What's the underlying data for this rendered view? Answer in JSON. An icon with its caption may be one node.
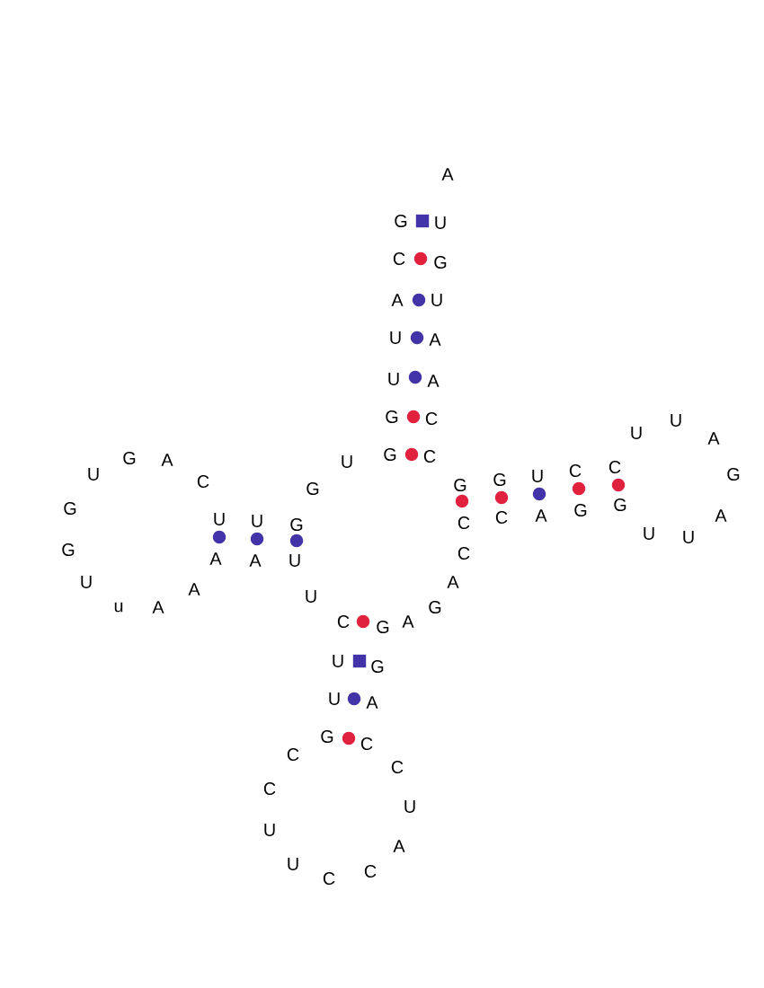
{
  "diagram": {
    "labels": [
      "G",
      "G",
      "U",
      "U",
      "A",
      "C",
      "G",
      "A",
      "U",
      "G",
      "U",
      "A",
      "A",
      "C",
      "C",
      "G",
      "G",
      "U",
      "C",
      "C",
      "U",
      "U",
      "A",
      "G",
      "A",
      "U",
      "U",
      "G",
      "G",
      "A",
      "C",
      "C",
      "C",
      "A",
      "G",
      "A",
      "G",
      "G",
      "A",
      "C",
      "C",
      "U",
      "A",
      "C",
      "C",
      "U",
      "U",
      "C",
      "C",
      "G",
      "U",
      "U",
      "C",
      "U",
      "U",
      "A",
      "A",
      "A",
      "A",
      "u",
      "U",
      "G",
      "G",
      "U",
      "G",
      "A",
      "C",
      "U",
      "U",
      "G",
      "G",
      "U"
    ]
  }
}
